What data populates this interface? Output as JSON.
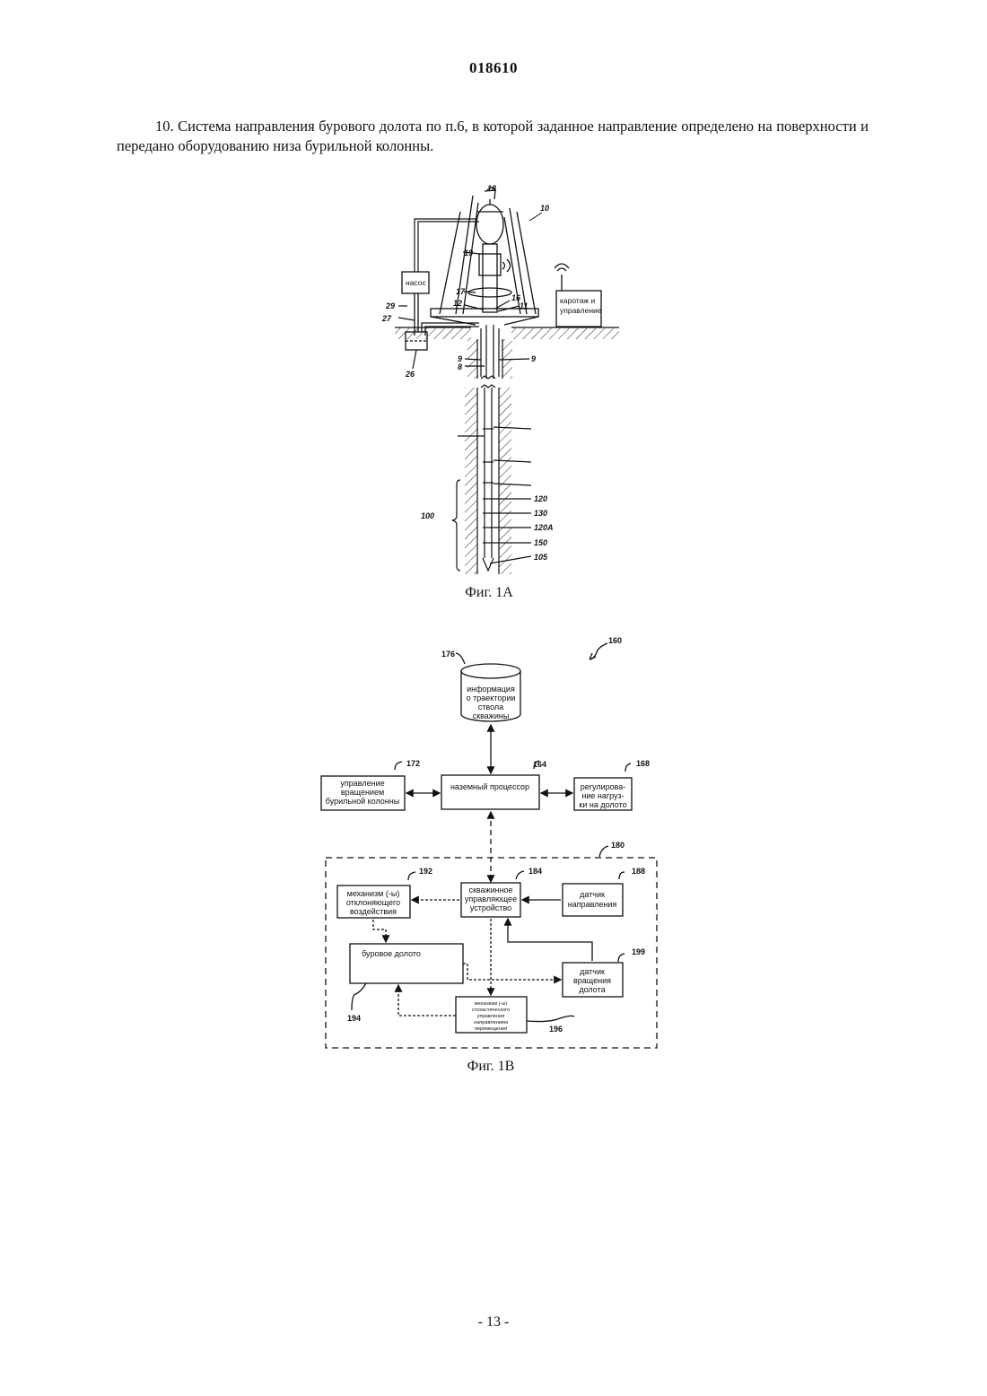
{
  "header": {
    "document_number": "018610"
  },
  "claim": {
    "text": "10. Система направления бурового долота по п.6, в которой заданное направление определено на поверхности и передано оборудованию низа бурильной колонны."
  },
  "figure_1a": {
    "caption": "Фиг. 1А",
    "labels": {
      "pump": "насос",
      "logging_line1": "каротаж и",
      "logging_line2": "управление"
    },
    "refs": {
      "r18": "18",
      "r10": "10",
      "r19": "19",
      "r17": "17",
      "r16": "16",
      "r12": "12",
      "r11": "11",
      "r29": "29",
      "r27": "27",
      "r26": "26",
      "r9a": "9",
      "r9b": "9",
      "r8": "8",
      "r100": "100",
      "r120": "120",
      "r130": "130",
      "r120a": "120A",
      "r150": "150",
      "r105": "105"
    }
  },
  "figure_1b": {
    "caption": "Фиг. 1В",
    "refs": {
      "r160": "160",
      "r176": "176",
      "r164": "164",
      "r172": "172",
      "r168": "168",
      "r180": "180",
      "r184": "184",
      "r192": "192",
      "r188": "188",
      "r199": "199",
      "r194": "194",
      "r196": "196"
    },
    "blocks": {
      "database": [
        "информация",
        "о траектории",
        "ствола",
        "скважины"
      ],
      "surface_processor": "наземный процессор",
      "rotation_control": [
        "управление",
        "вращением",
        "бурильной колонны"
      ],
      "weight_control": [
        "регулирова-",
        "ние нагруз-",
        "ки на долото"
      ],
      "downhole_controller": [
        "скважинное",
        "управляющее",
        "устройство"
      ],
      "deflection_mechanism": [
        "механизм (-ы)",
        "отклоняющего",
        "воздействия"
      ],
      "direction_sensor": [
        "датчик",
        "направления"
      ],
      "drill_bit": "буровое долото",
      "bit_rotation_sensor": [
        "датчик",
        "вращения",
        "долота"
      ],
      "stochastic_mechanism": [
        "механизм (-ы)",
        "стохастического",
        "управления",
        "направлением",
        "перемещения"
      ]
    }
  },
  "footer": {
    "page_number": "- 13 -"
  }
}
